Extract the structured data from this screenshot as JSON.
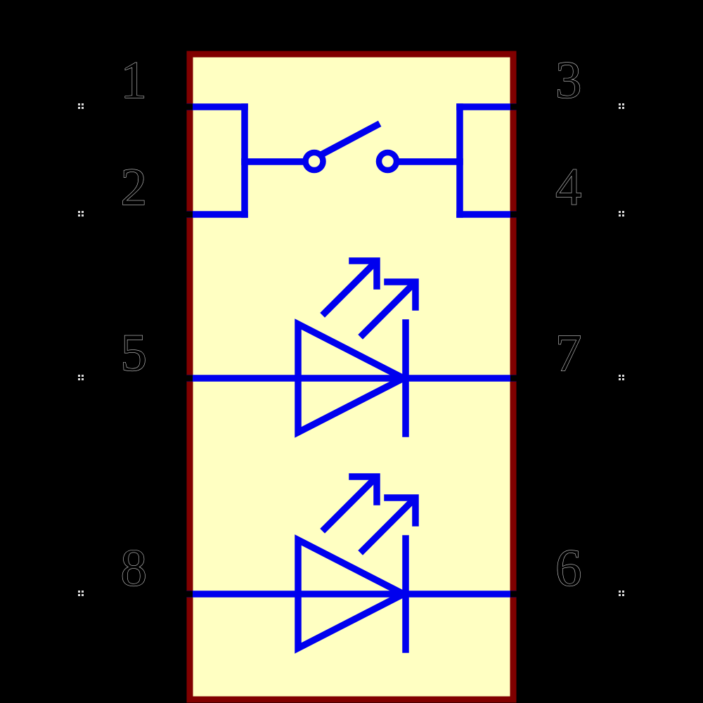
{
  "canvas": {
    "background_color": "#000000"
  },
  "component": {
    "body": {
      "fill_color": "#FFFFC2",
      "outline_color": "#800000"
    },
    "draw_color": "#0000EE",
    "pin_number_fill": "#000000",
    "pin_number_outline": "#C8C8C8",
    "pin_marker_color": "#DCDCDC",
    "symbols": [
      {
        "type": "spst-switch-open",
        "row": "top"
      },
      {
        "type": "led",
        "row": "middle"
      },
      {
        "type": "led",
        "row": "bottom"
      }
    ],
    "pins": [
      {
        "number": "1",
        "side": "left",
        "row": 1
      },
      {
        "number": "3",
        "side": "right",
        "row": 1
      },
      {
        "number": "2",
        "side": "left",
        "row": 2
      },
      {
        "number": "4",
        "side": "right",
        "row": 2
      },
      {
        "number": "5",
        "side": "left",
        "row": 3
      },
      {
        "number": "7",
        "side": "right",
        "row": 3
      },
      {
        "number": "8",
        "side": "left",
        "row": 4
      },
      {
        "number": "6",
        "side": "right",
        "row": 4
      }
    ]
  }
}
